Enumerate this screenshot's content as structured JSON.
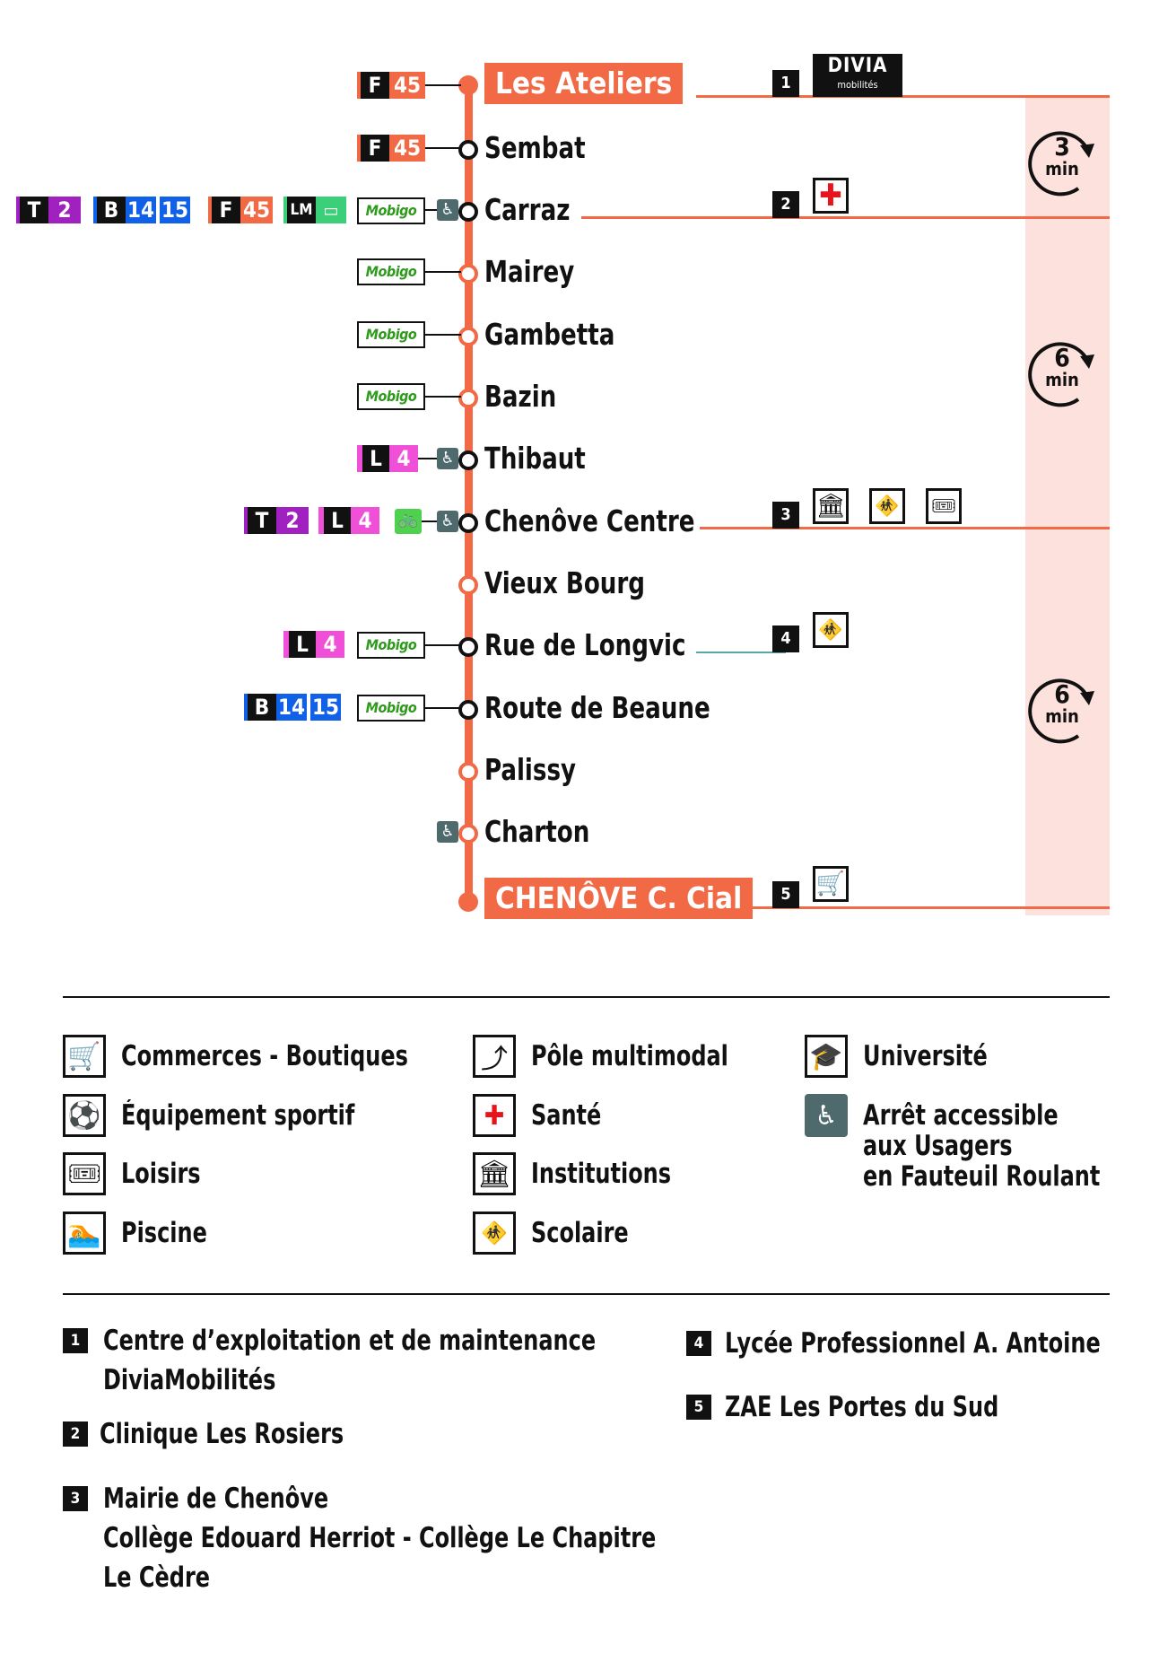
{
  "colors": {
    "line": "#f26a45",
    "stripe": "#fde1dc",
    "tram_t": "#a020c0",
    "bus_b": "#1060e8",
    "flex_f": "#f26a45",
    "lm": "#3ccf7a",
    "line_l": "#f04fd8",
    "velo": "#4fd14f",
    "wheelchair": "#4e6a6c",
    "sante": "#e8141c"
  },
  "terminus_start": "Les Ateliers",
  "terminus_end": "CHENÔVE C. Cial",
  "stops": [
    {
      "name": "Les Ateliers"
    },
    {
      "name": "Sembat"
    },
    {
      "name": "Carraz"
    },
    {
      "name": "Mairey"
    },
    {
      "name": "Gambetta"
    },
    {
      "name": "Bazin"
    },
    {
      "name": "Thibaut"
    },
    {
      "name": "Chenôve Centre"
    },
    {
      "name": "Vieux Bourg"
    },
    {
      "name": "Rue de Longvic"
    },
    {
      "name": "Route de Beaune"
    },
    {
      "name": "Palissy"
    },
    {
      "name": "Charton"
    },
    {
      "name": "CHENÔVE C. Cial"
    }
  ],
  "badges": {
    "F": {
      "letter": "F",
      "num": "45"
    },
    "T": {
      "letter": "T",
      "num": "2"
    },
    "B": {
      "letter": "B",
      "num1": "14",
      "num2": "15"
    },
    "LM": {
      "letter": "LM",
      "icon": "bus-icon"
    },
    "L": {
      "letter": "L",
      "num": "4"
    },
    "mobigo": "Mobigo",
    "wheelchair_icon": "wheelchair-icon",
    "bike_icon": "bike-icon"
  },
  "frequencies": [
    {
      "value": "3",
      "unit": "min"
    },
    {
      "value": "6",
      "unit": "min"
    },
    {
      "value": "6",
      "unit": "min"
    }
  ],
  "poi_markers": [
    {
      "num": "1",
      "logo_text": "DIVIA",
      "logo_sub": "mobilités"
    },
    {
      "num": "2",
      "icons": [
        "sante"
      ]
    },
    {
      "num": "3",
      "icons": [
        "institutions",
        "scolaire",
        "loisirs"
      ]
    },
    {
      "num": "4",
      "icons": [
        "scolaire"
      ]
    },
    {
      "num": "5",
      "icons": [
        "commerces"
      ]
    }
  ],
  "legend": [
    {
      "icon": "cart-icon",
      "label": "Commerces - Boutiques"
    },
    {
      "icon": "sport-icon",
      "label": "Équipement sportif"
    },
    {
      "icon": "ticket-icon",
      "label": "Loisirs"
    },
    {
      "icon": "swimmer-icon",
      "label": "Piscine"
    },
    {
      "icon": "multimodal-icon",
      "label": "Pôle multimodal"
    },
    {
      "icon": "red-cross-icon",
      "label": "Santé"
    },
    {
      "icon": "institution-icon",
      "label": "Institutions"
    },
    {
      "icon": "school-children-icon",
      "label": "Scolaire"
    },
    {
      "icon": "graduation-cap-icon",
      "label": "Université"
    },
    {
      "icon": "wheelchair-icon",
      "label_lines": [
        "Arrêt accessible",
        "aux Usagers",
        "en Fauteuil Roulant"
      ]
    }
  ],
  "poi_list": [
    {
      "num": "1",
      "lines": [
        "Centre d’exploitation et de maintenance",
        "DiviaMobilités"
      ]
    },
    {
      "num": "2",
      "lines": [
        "Clinique Les Rosiers"
      ]
    },
    {
      "num": "3",
      "lines": [
        "Mairie de Chenôve",
        "Collège Edouard Herriot - Collège Le Chapitre",
        "Le Cèdre"
      ]
    },
    {
      "num": "4",
      "lines": [
        "Lycée Professionnel A. Antoine"
      ]
    },
    {
      "num": "5",
      "lines": [
        "ZAE Les Portes du Sud"
      ]
    }
  ]
}
